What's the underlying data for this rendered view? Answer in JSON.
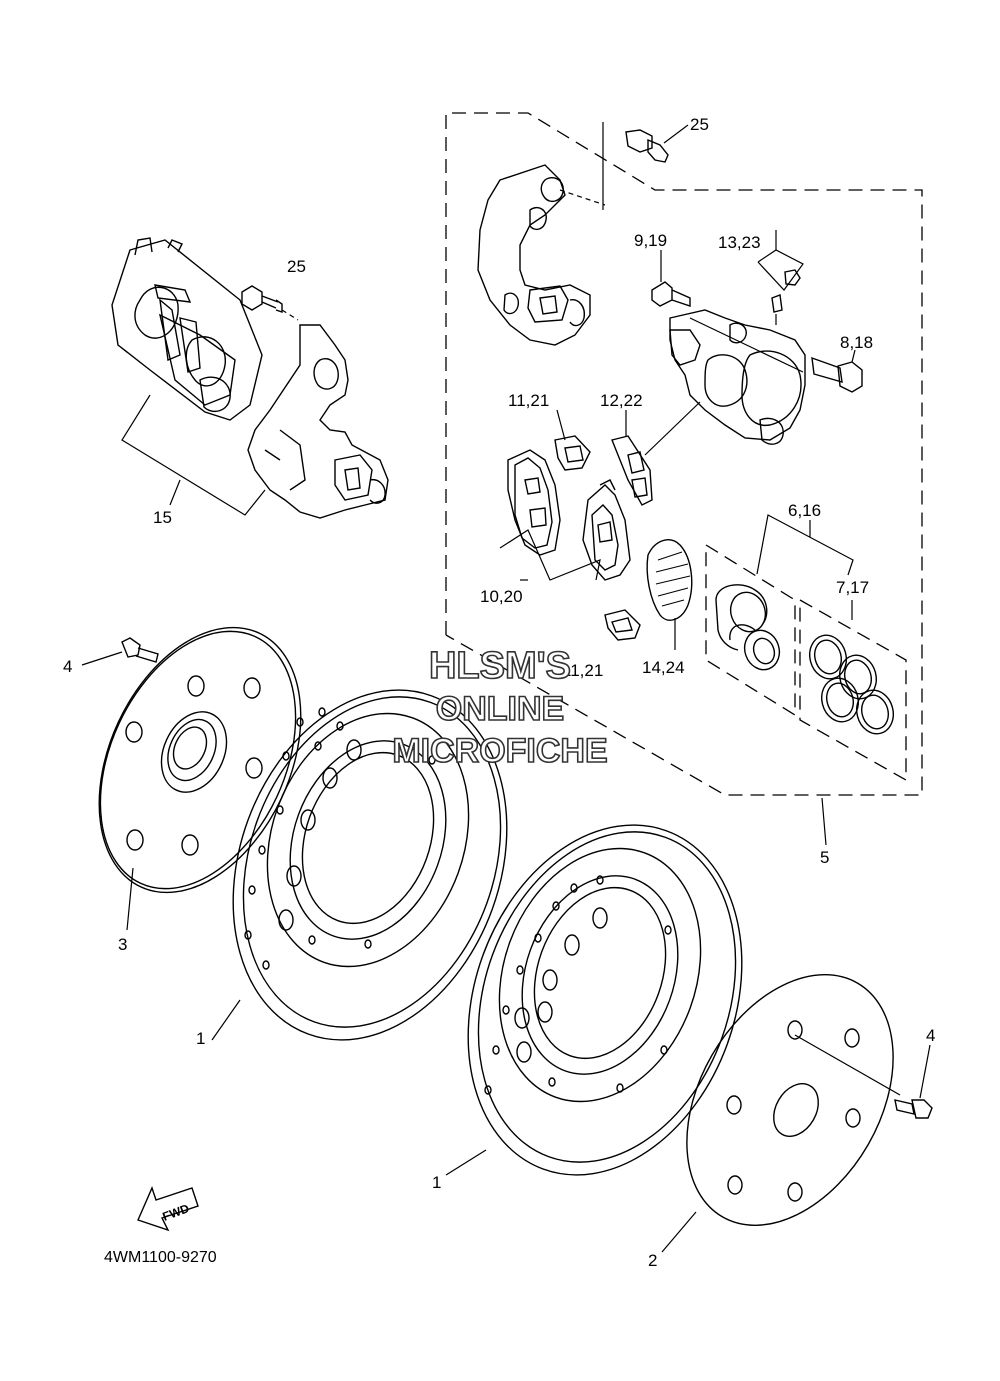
{
  "diagram": {
    "code": "4WM1100-9270",
    "fwd_label": "FWD",
    "watermark": [
      "HLSM'S",
      "ONLINE",
      "MICROFICHE"
    ],
    "labels": {
      "p25a": "25",
      "p25b": "25",
      "p9_19": "9,19",
      "p13_23": "13,23",
      "p8_18": "8,18",
      "p11_21a": "11,21",
      "p12_22": "12,22",
      "p6_16": "6,16",
      "p7_17": "7,17",
      "p10_20": "10,20",
      "p11_21b": "11,21",
      "p14_24": "14,24",
      "p15": "15",
      "p5": "5",
      "p4a": "4",
      "p4b": "4",
      "p3": "3",
      "p1a": "1",
      "p1b": "1",
      "p2": "2"
    }
  }
}
